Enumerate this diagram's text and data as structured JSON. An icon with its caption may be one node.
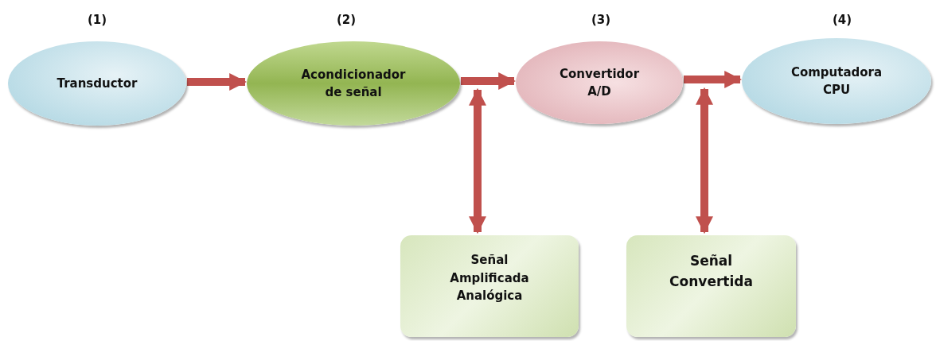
{
  "diagram": {
    "nodes": [
      {
        "text": [
          "Transductor"
        ],
        "beside": [
          "(1)"
        ]
      },
      {
        "text": [
          "Acondicionador de señal"
        ],
        "beside": [
          "(2)"
        ]
      },
      {
        "text": [
          "Convertidor A/D"
        ],
        "beside": [
          "(3)"
        ]
      },
      {
        "text": [
          "Computadora CPU"
        ],
        "beside": [
          "(4)"
        ]
      },
      {
        "text": [
          "Señal Amplificada Analógica"
        ]
      },
      {
        "text": [
          "Señal Convertida"
        ]
      }
    ],
    "edges": [
      {
        "from": 0,
        "to": 1,
        "arrow": "to"
      },
      {
        "from": 1,
        "to": 2,
        "arrow": "to"
      },
      {
        "from": 2,
        "to": 3,
        "arrow": "to"
      },
      {
        "from": 1,
        "to": 4,
        "arrow": "both"
      },
      {
        "from": 2,
        "to": 5,
        "arrow": "both"
      }
    ]
  }
}
